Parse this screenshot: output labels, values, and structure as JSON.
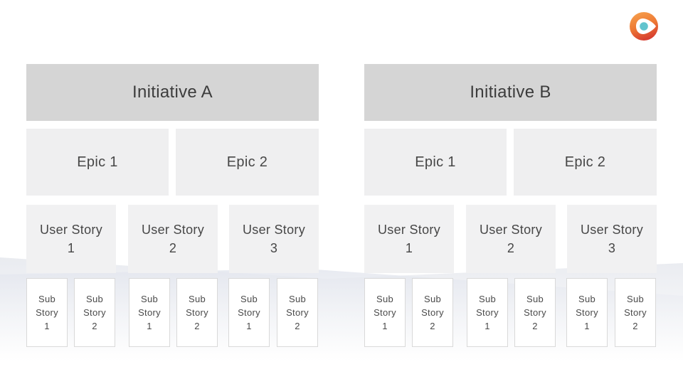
{
  "slide": {
    "background_color": "#ffffff",
    "wave_band_color": "#e9ebf0",
    "wave_band_color_2": "#e3e6ee"
  },
  "logo": {
    "icon": "swirl-play-logo",
    "ring_color_top": "#f6a04d",
    "ring_color_mid": "#ee7a35",
    "ring_color_bottom": "#d63b2f",
    "dot_color": "#62c4ce"
  },
  "colors": {
    "initiative_fill": "#d5d5d5",
    "epic_fill": "#efeff0",
    "user_story_fill": "#f1f1f2",
    "sub_story_fill": "#ffffff",
    "sub_story_border": "#d9d9d9",
    "text": "#414141"
  },
  "groups": [
    {
      "title": "Initiative A",
      "epics": [
        {
          "label": "Epic 1"
        },
        {
          "label": "Epic 2"
        }
      ],
      "user_stories": [
        {
          "label": "User Story",
          "number": "1"
        },
        {
          "label": "User Story",
          "number": "2"
        },
        {
          "label": "User Story",
          "number": "3"
        }
      ],
      "sub_stories": [
        {
          "label": "Sub Story",
          "number": "1"
        },
        {
          "label": "Sub Story",
          "number": "2"
        },
        {
          "label": "Sub Story",
          "number": "1"
        },
        {
          "label": "Sub Story",
          "number": "2"
        },
        {
          "label": "Sub Story",
          "number": "1"
        },
        {
          "label": "Sub Story",
          "number": "2"
        }
      ]
    },
    {
      "title": "Initiative B",
      "epics": [
        {
          "label": "Epic 1"
        },
        {
          "label": "Epic 2"
        }
      ],
      "user_stories": [
        {
          "label": "User Story",
          "number": "1"
        },
        {
          "label": "User Story",
          "number": "2"
        },
        {
          "label": "User Story",
          "number": "3"
        }
      ],
      "sub_stories": [
        {
          "label": "Sub Story",
          "number": "1"
        },
        {
          "label": "Sub Story",
          "number": "2"
        },
        {
          "label": "Sub Story",
          "number": "1"
        },
        {
          "label": "Sub Story",
          "number": "2"
        },
        {
          "label": "Sub Story",
          "number": "1"
        },
        {
          "label": "Sub Story",
          "number": "2"
        }
      ]
    }
  ]
}
